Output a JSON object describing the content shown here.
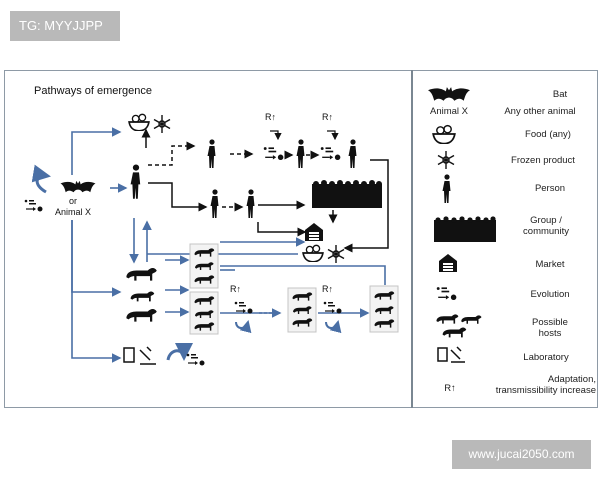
{
  "watermarks": {
    "top_left": "TG: MYYJJPP",
    "bottom_right": "www.jucai2050.com"
  },
  "diagram": {
    "title": "Pathways of emergence",
    "source_node": {
      "line1": "or",
      "line2": "Animal X"
    },
    "adaptation_marker": "R↑"
  },
  "legend": {
    "bat_label": "Bat",
    "animal_x_label": "Animal X",
    "animal_x_desc": "Any other animal",
    "food": "Food (any)",
    "frozen": "Frozen product",
    "person": "Person",
    "group": "Group /\ncommunity",
    "market": "Market",
    "evolution": "Evolution",
    "hosts": "Possible\nhosts",
    "laboratory": "Laboratory",
    "adaptation": "Adaptation,\ntransmissibility increase",
    "adaptation_symbol": "R↑"
  },
  "colors": {
    "arrow_blue": "#4a6fa5",
    "icon": "#111111",
    "frame": "#8e9aa6"
  }
}
